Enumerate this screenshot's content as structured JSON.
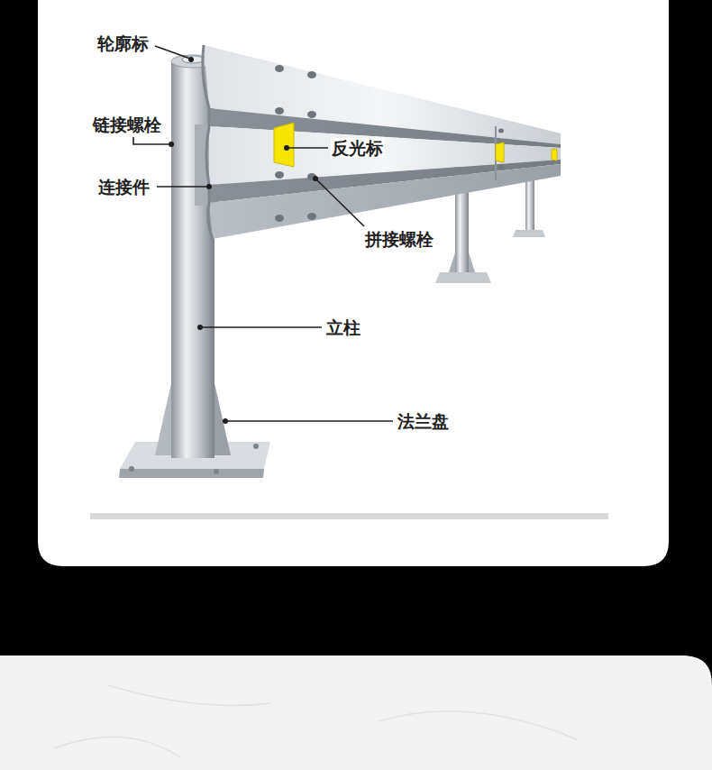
{
  "diagram": {
    "labels": [
      "轮廓标",
      "链接螺栓",
      "反光标",
      "连接件",
      "拼接螺栓",
      "立柱",
      "法兰盘"
    ]
  }
}
